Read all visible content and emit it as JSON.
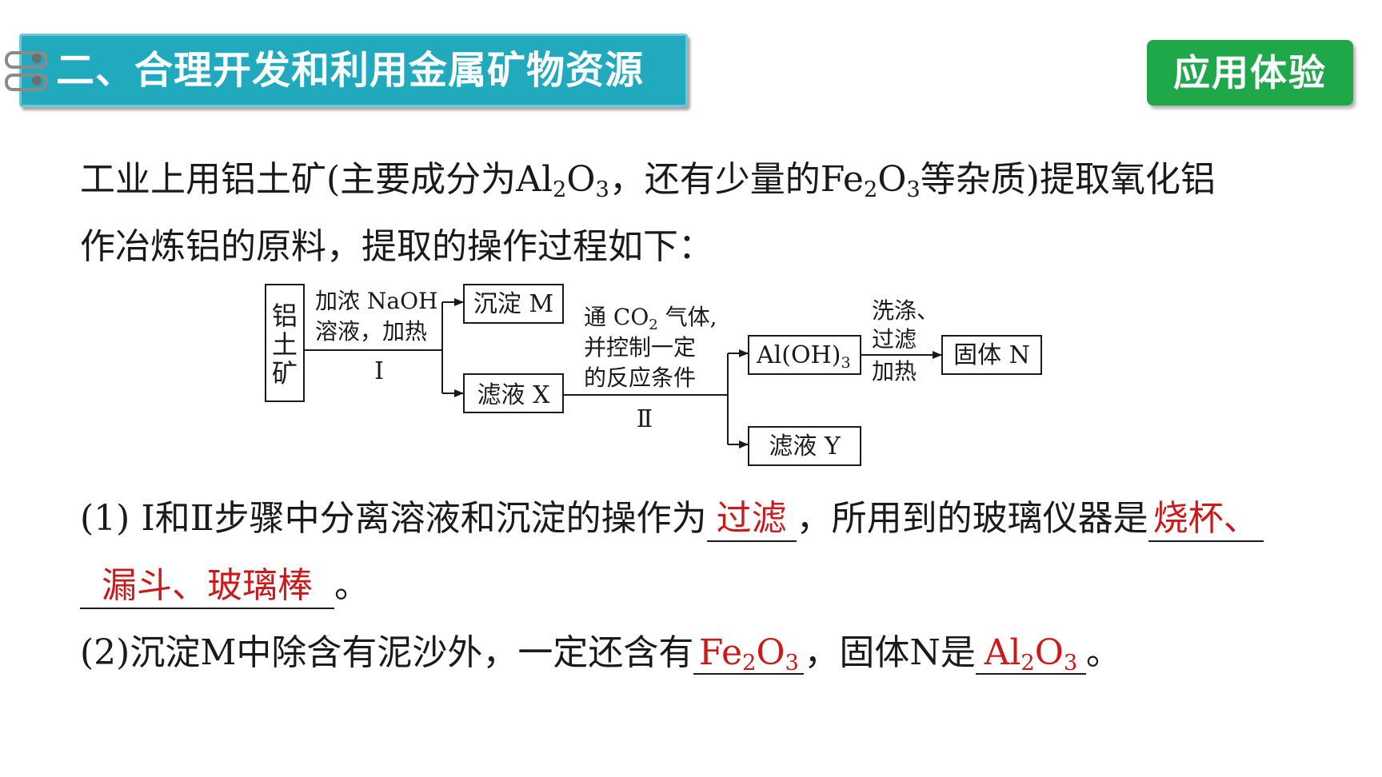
{
  "header": {
    "title": "二、合理开发和利用金属矿物资源",
    "badge": "应用体验"
  },
  "intro": {
    "line1_a": "工业上用铝土矿(主要成分为Al",
    "line1_sub1": "2",
    "line1_b": "O",
    "line1_sub2": "3",
    "line1_c": "，还有少量的Fe",
    "line1_sub3": "2",
    "line1_d": "O",
    "line1_sub4": "3",
    "line1_e": "等杂质)提取氧化铝",
    "line2": "作冶炼铝的原料，提取的操作过程如下："
  },
  "flowchart": {
    "start": [
      "铝",
      "土",
      "矿"
    ],
    "step1_cond1": "加浓 NaOH",
    "step1_cond2": "溶液，加热",
    "step1_num": "Ⅰ",
    "precip_m": "沉淀 M",
    "filtrate_x": "滤液 X",
    "step2_cond1_a": "通 CO",
    "step2_cond1_sub": "2",
    "step2_cond1_b": " 气体,",
    "step2_cond2": "并控制一定",
    "step2_cond3": "的反应条件",
    "step2_num": "Ⅱ",
    "aloh3_a": "Al(OH)",
    "aloh3_sub": "3",
    "filtrate_y": "滤液 Y",
    "step3_cond1": "洗涤、",
    "step3_cond2": "过滤",
    "step3_cond3": "加热",
    "solid_n": "固体 N"
  },
  "question1": {
    "prefix": "(1) Ⅰ和Ⅱ步骤中分离溶液和沉淀的操作为",
    "answer1": "过滤",
    "middle": "，所用到的玻璃仪器是",
    "answer2_part1": "烧杯、",
    "answer2_part2": "漏斗、玻璃棒",
    "end": "。"
  },
  "question2": {
    "prefix": "(2)沉淀M中除含有泥沙外，一定还含有",
    "answer1_a": "Fe",
    "answer1_sub1": "2",
    "answer1_b": "O",
    "answer1_sub2": "3",
    "middle": "，固体N是",
    "answer2_a": "Al",
    "answer2_sub1": "2",
    "answer2_b": "O",
    "answer2_sub2": "3",
    "end": "。"
  }
}
